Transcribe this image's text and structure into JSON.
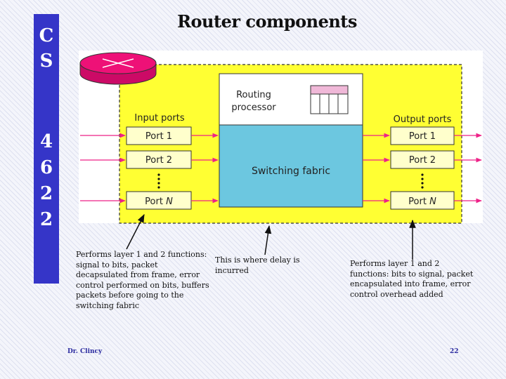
{
  "slide": {
    "title": "Router components",
    "sidebar_letters": [
      "C",
      "S",
      "4",
      "6",
      "2",
      "2"
    ],
    "footer_left": "Dr. Clincy",
    "page_number": "22"
  },
  "diagram": {
    "routing_processor": [
      "Routing",
      "processor"
    ],
    "switching_fabric": "Switching fabric",
    "input_label": "Input ports",
    "output_label": "Output ports",
    "port_1": "Port 1",
    "port_2": "Port 2",
    "port_n_prefix": "Port ",
    "port_n_suffix": "N",
    "colors": {
      "fabric": "#6cc7e0",
      "background": "#ffff33",
      "router_icon": "#ee1177",
      "arrow": "#ee2288",
      "sidebar": "#3535c8"
    }
  },
  "captions": {
    "input": "Performs layer 1 and 2 functions: signal to bits, packet decapsulated from frame, error control performed on bits, buffers packets before going to the switching fabric",
    "fabric": "This is where delay is incurred",
    "output": "Performs layer 1 and 2 functions: bits to signal, packet encapsulated into frame, error control overhead added"
  }
}
